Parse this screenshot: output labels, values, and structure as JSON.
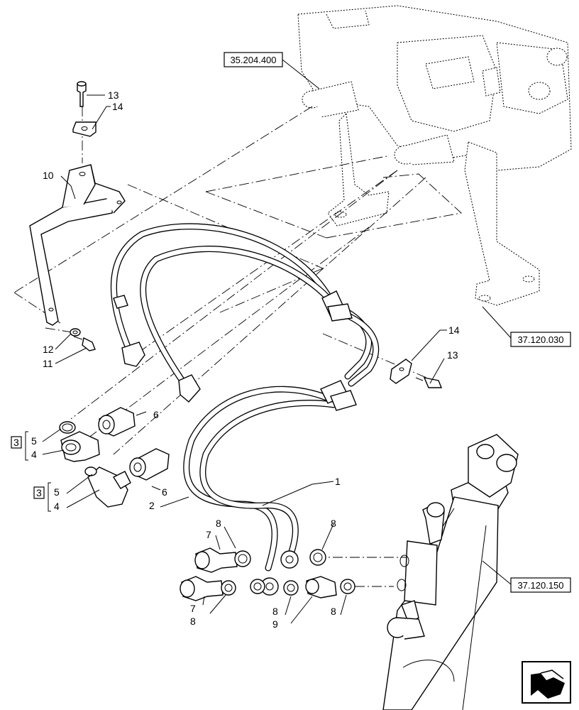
{
  "reference_boxes": {
    "r35_204_400": "35.204.400",
    "r37_120_030": "37.120.030",
    "r37_120_150": "37.120.150"
  },
  "part_numbers": {
    "n1": "1",
    "n2": "2",
    "n3_a": "3",
    "n3_b": "3",
    "n4_a": "4",
    "n4_b": "4",
    "n5_a": "5",
    "n5_b": "5",
    "n6_a": "6",
    "n6_b": "6",
    "n7_a": "7",
    "n7_b": "7",
    "n8_a": "8",
    "n8_b": "8",
    "n8_c": "8",
    "n8_d": "8",
    "n8_e": "8",
    "n9": "9",
    "n10": "10",
    "n11": "11",
    "n12": "12",
    "n13_a": "13",
    "n13_b": "13",
    "n14_a": "14",
    "n14_b": "14"
  },
  "icons": {
    "navigation": "arrow-icon"
  }
}
